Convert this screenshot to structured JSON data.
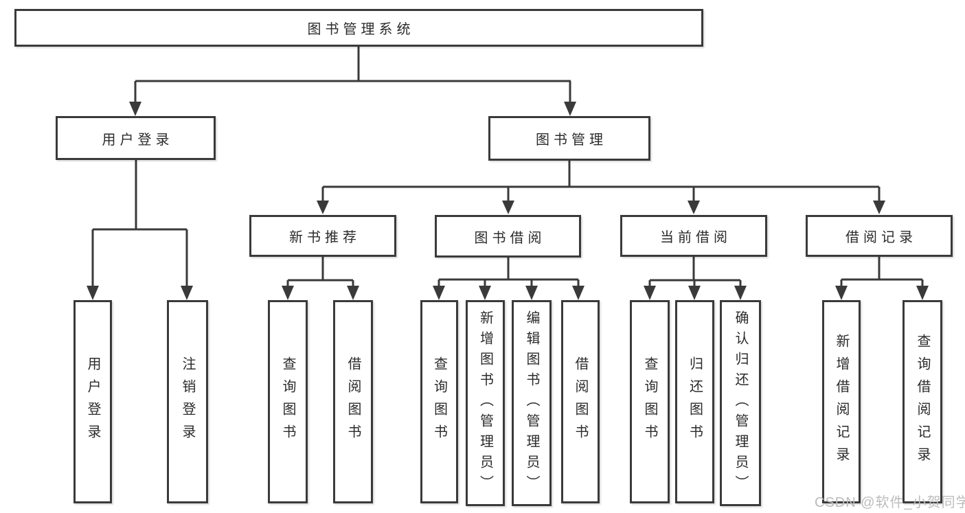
{
  "diagram_title": "图书管理系统",
  "colors": {
    "border": "#3a3a3a",
    "line": "#3a3a3a",
    "text": "#2b2b2b",
    "background": "#ffffff",
    "watermark": "#bcbcbe"
  },
  "tree": {
    "label": "图书管理系统",
    "children": [
      {
        "label": "用户登录",
        "children": [
          {
            "label": "用户登录"
          },
          {
            "label": "注销登录"
          }
        ]
      },
      {
        "label": "图书管理",
        "children": [
          {
            "label": "新书推荐",
            "children": [
              {
                "label": "查询图书"
              },
              {
                "label": "借阅图书"
              }
            ]
          },
          {
            "label": "图书借阅",
            "children": [
              {
                "label": "查询图书"
              },
              {
                "label": "新增图书（管理员）"
              },
              {
                "label": "编辑图书（管理员）"
              },
              {
                "label": "借阅图书"
              }
            ]
          },
          {
            "label": "当前借阅",
            "children": [
              {
                "label": "查询图书"
              },
              {
                "label": "归还图书"
              },
              {
                "label": "确认归还（管理员）"
              }
            ]
          },
          {
            "label": "借阅记录",
            "children": [
              {
                "label": "新增借阅记录"
              },
              {
                "label": "查询借阅记录"
              }
            ]
          }
        ]
      }
    ]
  },
  "watermark": {
    "text": "CSDN @软件_小贺同学"
  }
}
